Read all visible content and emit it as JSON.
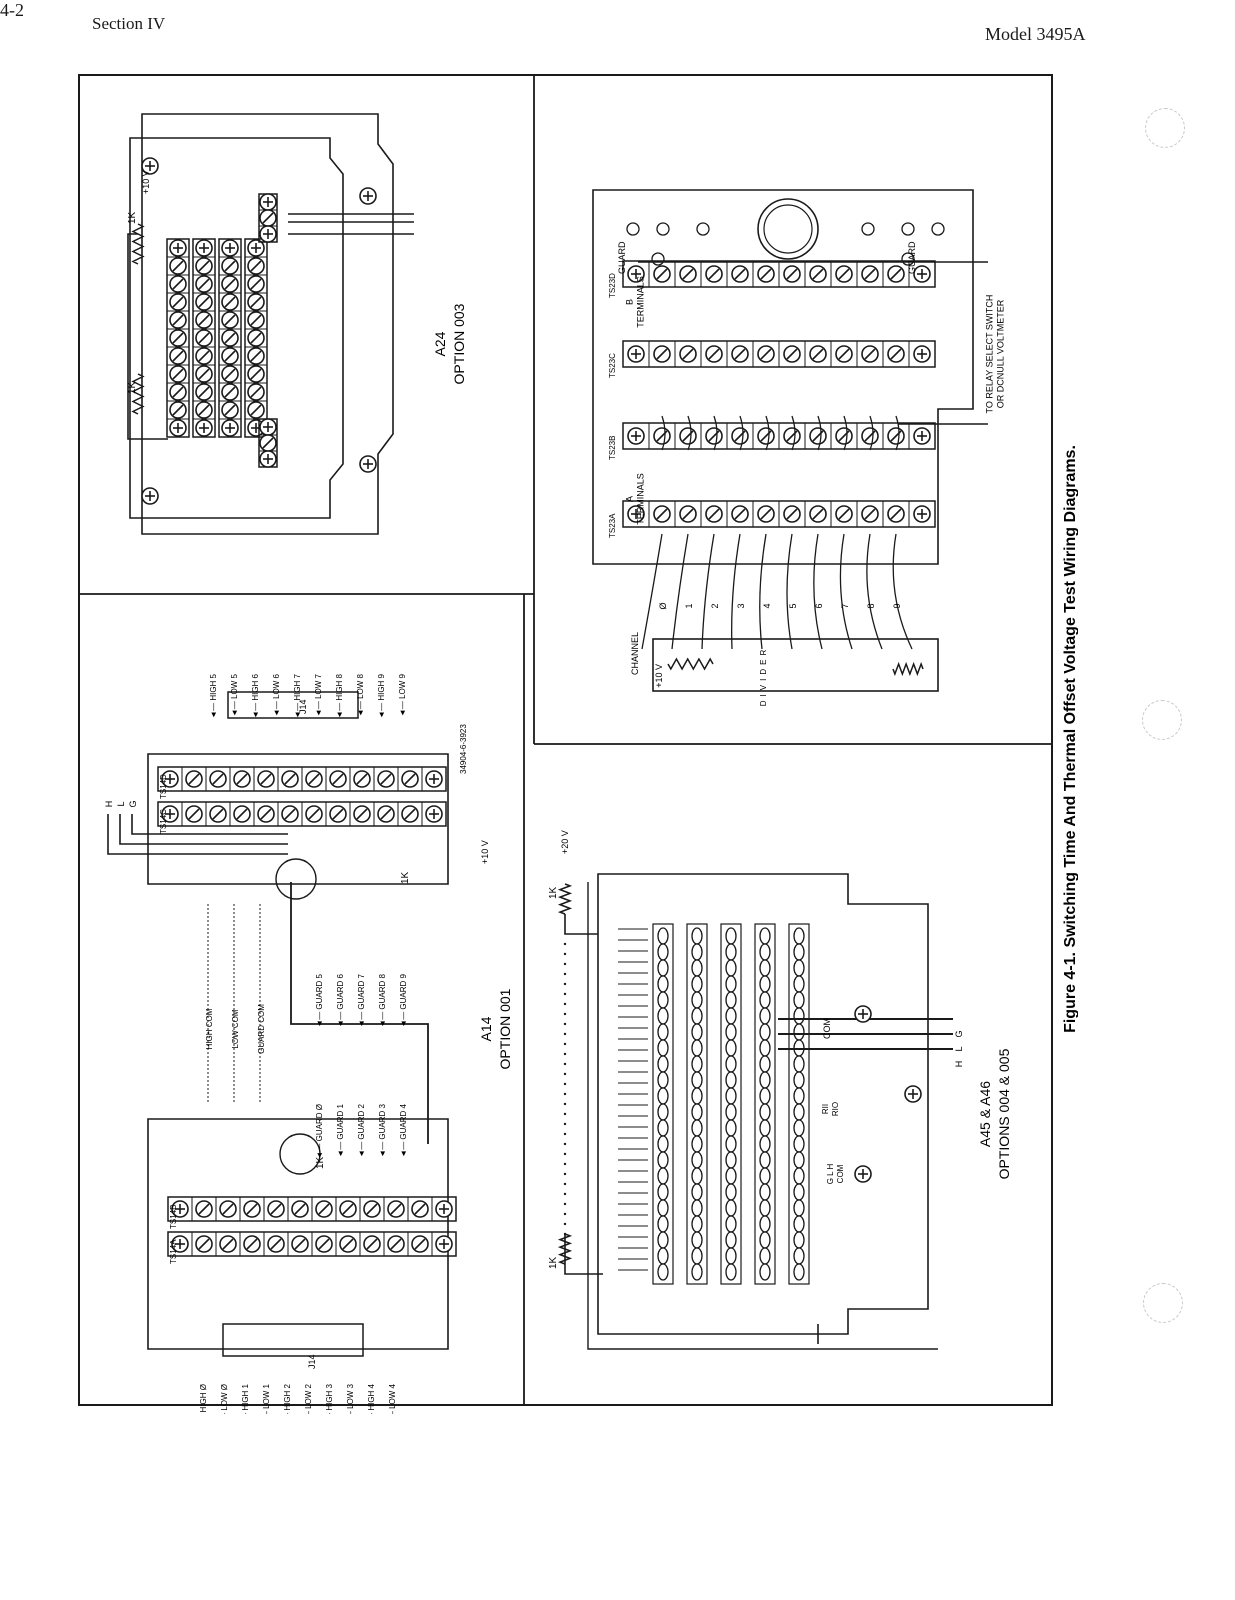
{
  "header": {
    "section": "Section IV",
    "model": "Model 3495A"
  },
  "footer": {
    "page_number": "4-2"
  },
  "figure": {
    "caption": "Figure 4-1.  Switching Time And Thermal Offset Voltage Test Wiring Diagrams.",
    "panel_a24": {
      "title": "A24",
      "subtitle": "OPTION 003",
      "resistor_top": "1K",
      "resistor_bottom": "1K",
      "supply": "+10 V"
    },
    "panel_a23": {
      "group_a": "A\nTERMINALS",
      "group_b": "B\nTERMINALS",
      "ts_labels": [
        "TS23A",
        "TS23B",
        "TS23C",
        "TS23D"
      ],
      "guard_top": "GUARD",
      "guard_bottom": "GUARD",
      "channel_label": "CHANNEL",
      "channels": [
        "Ø",
        "1",
        "2",
        "3",
        "4",
        "5",
        "6",
        "7",
        "8",
        "9"
      ],
      "supply": "+10 V",
      "divider_label": "DIVIDER",
      "note": "TO RELAY SELECT SWITCH\nOR DCNULL VOLTMETER"
    },
    "panel_a14": {
      "title": "A14",
      "subtitle": "OPTION 001",
      "ts_labels": [
        "TS14A",
        "TS14B",
        "TS14C",
        "TS14D"
      ],
      "connector": "J14",
      "part_number": "34904-6-3923",
      "signals_left": [
        "HIGH Ø",
        "LOW Ø",
        "HIGH 1",
        "LOW 1",
        "HIGH 2",
        "LOW 2",
        "HIGH 3",
        "LOW 3",
        "HIGH 4",
        "LOW 4"
      ],
      "signals_right": [
        "HIGH 5",
        "LOW 5",
        "HIGH 6",
        "LOW 6",
        "HIGH 7",
        "LOW 7",
        "HIGH 8",
        "LOW 8",
        "HIGH 9",
        "LOW 9"
      ],
      "guards_left": [
        "GUARD Ø",
        "GUARD 1",
        "GUARD 2",
        "GUARD 3",
        "GUARD 4"
      ],
      "guards_right": [
        "GUARD 5",
        "GUARD 6",
        "GUARD 7",
        "GUARD 8",
        "GUARD 9"
      ],
      "common": [
        "HIGH COM",
        "LOW COM",
        "GUARD COM"
      ],
      "hlg": [
        "H",
        "L",
        "G"
      ],
      "resistor_left": "1K",
      "resistor_right": "1K",
      "supply": "+10 V"
    },
    "panel_a45": {
      "title": "A45 & A46",
      "subtitle": "OPTIONS 004 & 005",
      "resistor_top": "1K",
      "resistor_bottom": "1K",
      "supply": "+20 V",
      "hlg": [
        "H",
        "L",
        "G"
      ],
      "com": "COM",
      "rio": "RII\nRIO",
      "glh": "G L H\nCOM"
    }
  }
}
